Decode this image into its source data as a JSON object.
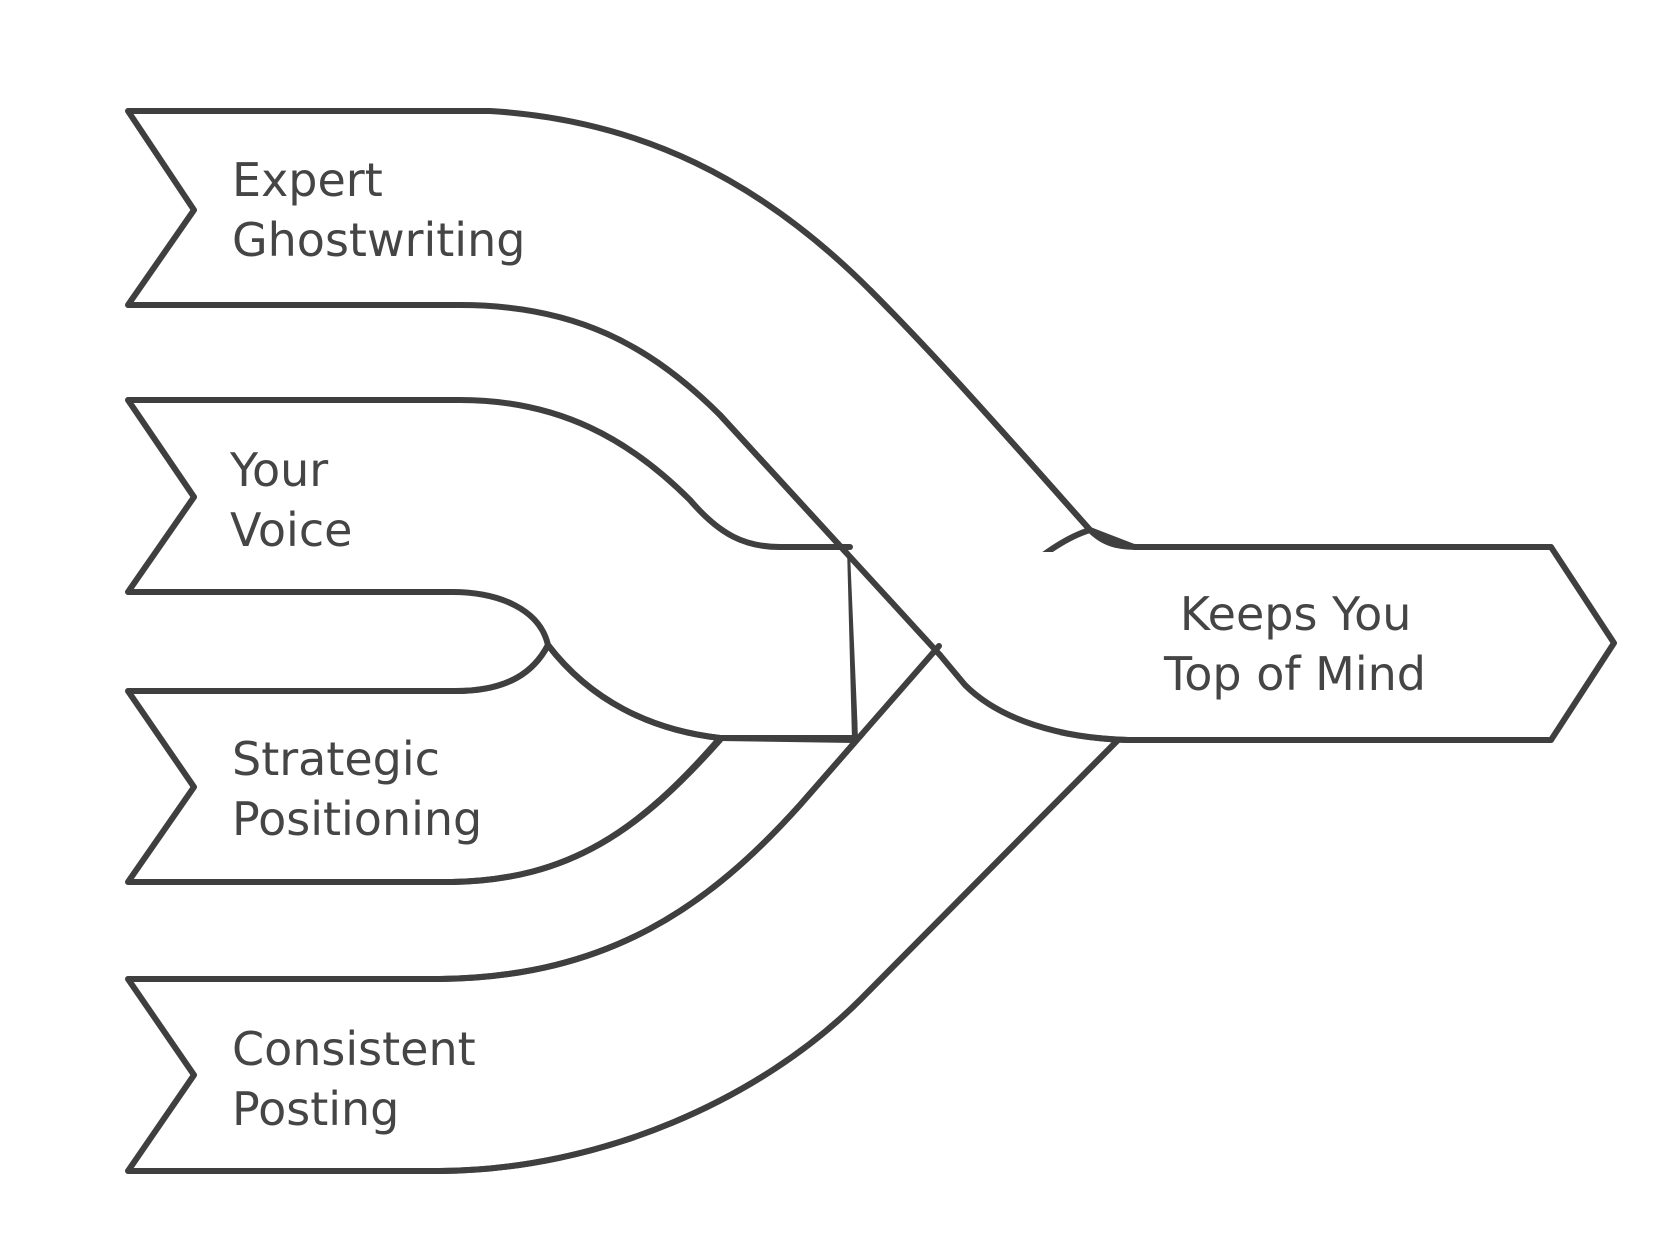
{
  "diagram": {
    "inputs": [
      {
        "line1": "Expert",
        "line2": "Ghostwriting"
      },
      {
        "line1": "Your",
        "line2": "Voice"
      },
      {
        "line1": "Strategic",
        "line2": "Positioning"
      },
      {
        "line1": "Consistent",
        "line2": "Posting"
      }
    ],
    "output": {
      "line1": "Keeps You",
      "line2": "Top of Mind"
    },
    "colors": {
      "stroke": "#3f3f3f",
      "fill": "#ffffff",
      "text": "#454545"
    }
  }
}
